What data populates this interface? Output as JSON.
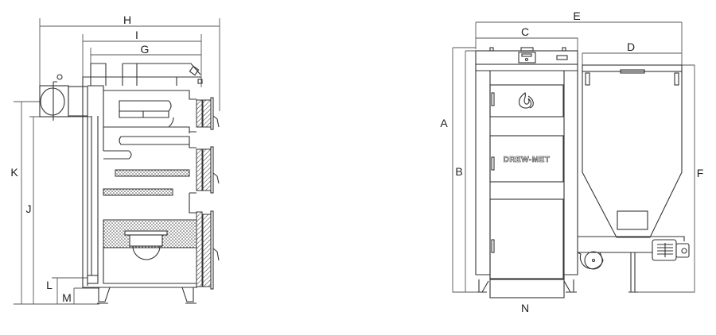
{
  "side_view": {
    "dimensions": {
      "H": "H",
      "I": "I",
      "G": "G",
      "K": "K",
      "J": "J",
      "L": "L",
      "M": "M"
    }
  },
  "front_view": {
    "dimensions": {
      "E": "E",
      "C": "C",
      "D": "D",
      "A": "A",
      "B": "B",
      "F": "F",
      "N": "N"
    },
    "brand_label": "DREW-MET"
  }
}
